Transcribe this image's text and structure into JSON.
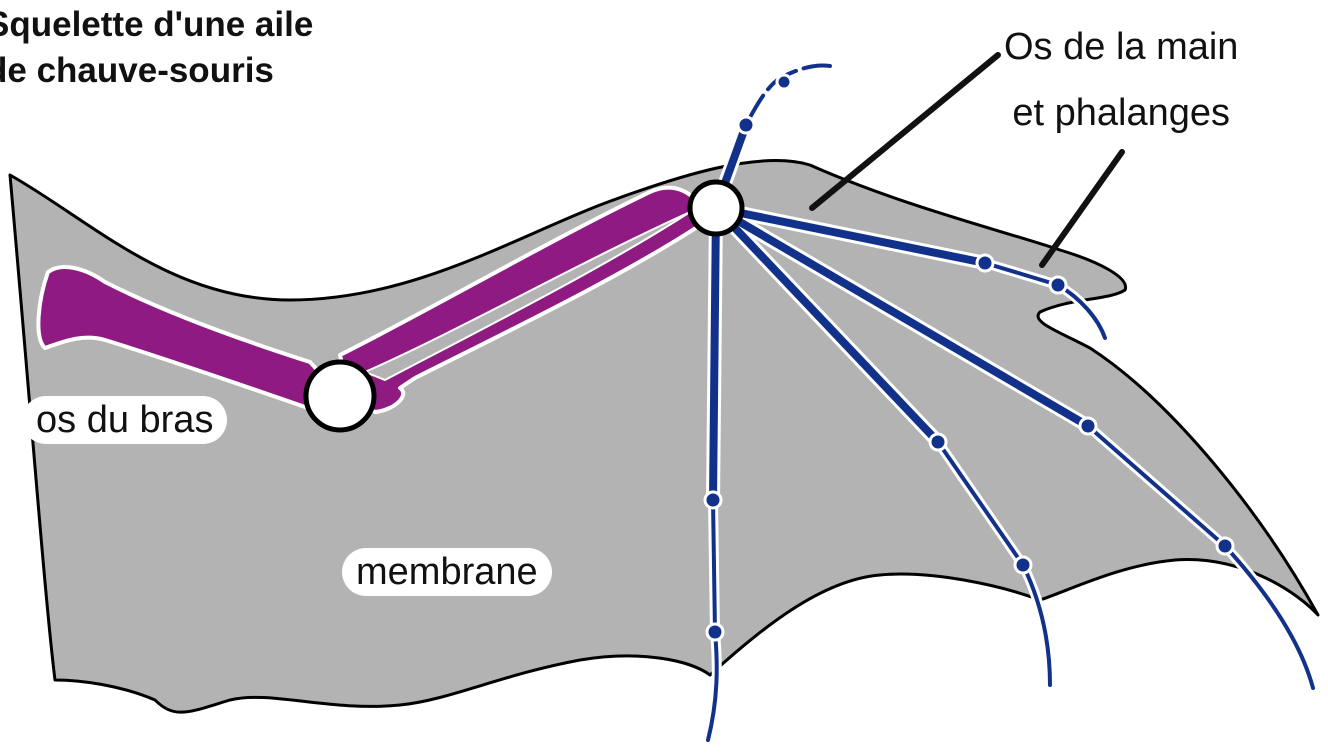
{
  "title": {
    "line1": "Squelette d'une aile",
    "line2": "de chauve-souris"
  },
  "labels": {
    "hand_line1": "Os de la main",
    "hand_line2": "et phalanges",
    "arm": "os du bras",
    "membrane": "membrane"
  },
  "colors": {
    "membrane": "#b3b3b3",
    "arm_bone": "#8e1a82",
    "finger_bone": "#12318a",
    "outline": "#000000",
    "joint_fill": "#ffffff"
  }
}
